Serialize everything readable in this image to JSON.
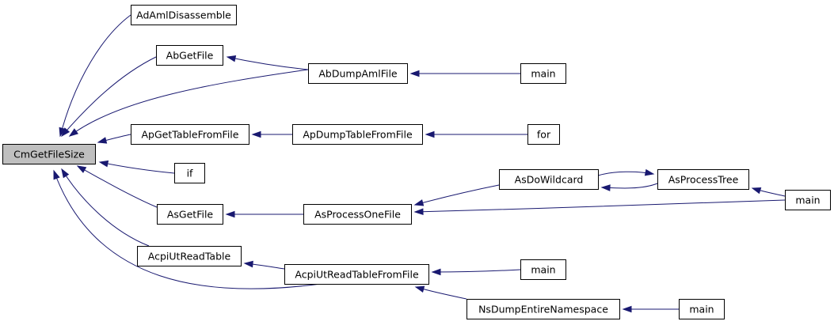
{
  "graph": {
    "edge_color": "#191970",
    "root_fill": "#bfbfbf",
    "nodes": [
      {
        "id": "cm",
        "label": "CmGetFileSize",
        "root": true
      },
      {
        "id": "adaml",
        "label": "AdAmlDisassemble"
      },
      {
        "id": "abget",
        "label": "AbGetFile"
      },
      {
        "id": "abdump",
        "label": "AbDumpAmlFile"
      },
      {
        "id": "main1",
        "label": "main"
      },
      {
        "id": "apget",
        "label": "ApGetTableFromFile"
      },
      {
        "id": "apdump",
        "label": "ApDumpTableFromFile"
      },
      {
        "id": "for1",
        "label": "for"
      },
      {
        "id": "if1",
        "label": "if"
      },
      {
        "id": "aswild",
        "label": "AsDoWildcard"
      },
      {
        "id": "asproctree",
        "label": "AsProcessTree"
      },
      {
        "id": "main2",
        "label": "main"
      },
      {
        "id": "asget",
        "label": "AsGetFile"
      },
      {
        "id": "asone",
        "label": "AsProcessOneFile"
      },
      {
        "id": "acpiread",
        "label": "AcpiUtReadTable"
      },
      {
        "id": "acpifromfile",
        "label": "AcpiUtReadTableFromFile"
      },
      {
        "id": "main3",
        "label": "main"
      },
      {
        "id": "nsdump",
        "label": "NsDumpEntireNamespace"
      },
      {
        "id": "main4",
        "label": "main"
      }
    ],
    "edges": [
      {
        "from": "adaml",
        "to": "cm"
      },
      {
        "from": "abget",
        "to": "cm"
      },
      {
        "from": "abdump",
        "to": "cm"
      },
      {
        "from": "apget",
        "to": "cm"
      },
      {
        "from": "if1",
        "to": "cm"
      },
      {
        "from": "asget",
        "to": "cm"
      },
      {
        "from": "acpiread",
        "to": "cm"
      },
      {
        "from": "acpifromfile",
        "to": "cm"
      },
      {
        "from": "abdump",
        "to": "abget"
      },
      {
        "from": "main1",
        "to": "abdump"
      },
      {
        "from": "apdump",
        "to": "apget"
      },
      {
        "from": "for1",
        "to": "apdump"
      },
      {
        "from": "asone",
        "to": "asget"
      },
      {
        "from": "aswild",
        "to": "asone"
      },
      {
        "from": "main2",
        "to": "asone"
      },
      {
        "from": "asproctree",
        "to": "aswild"
      },
      {
        "from": "aswild",
        "to": "asproctree"
      },
      {
        "from": "main2",
        "to": "asproctree"
      },
      {
        "from": "acpifromfile",
        "to": "acpiread"
      },
      {
        "from": "main3",
        "to": "acpifromfile"
      },
      {
        "from": "nsdump",
        "to": "acpifromfile"
      },
      {
        "from": "main4",
        "to": "nsdump"
      }
    ]
  }
}
